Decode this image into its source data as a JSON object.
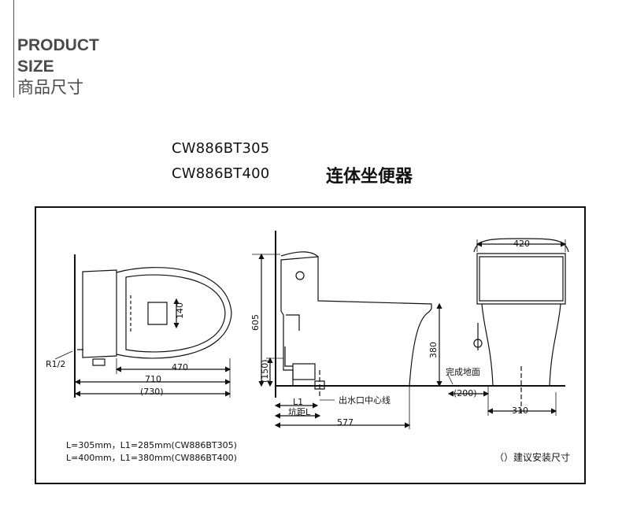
{
  "header": {
    "title_line1": "PRODUCT",
    "title_line2": "SIZE",
    "title_cn": "商品尺寸"
  },
  "models": [
    "CW886BT305",
    "CW886BT400"
  ],
  "product_name": "连体坐便器",
  "dimensions": {
    "top_view": {
      "pipe": "R1/2",
      "seat_depth": "470",
      "total_depth": "710",
      "total_depth_install": "(730)",
      "hole": "140"
    },
    "side_view": {
      "height": "605",
      "supply_height": "(150)",
      "seat_height": "380",
      "l1": "L1",
      "pit": "坑距L",
      "outlet": "出水口中心线",
      "depth": "577",
      "floor": "完成地面",
      "floor_offset": "(200)"
    },
    "front_view": {
      "width": "420",
      "supply_offset": "310"
    }
  },
  "notes": {
    "line1": "L=305mm，L1=285mm(CW886BT305)",
    "line2": "L=400mm，L1=380mm(CW886BT400)",
    "legend": "（）建议安装尺寸"
  },
  "colors": {
    "ink": "#111111",
    "title_gray": "#4a4a4a"
  }
}
